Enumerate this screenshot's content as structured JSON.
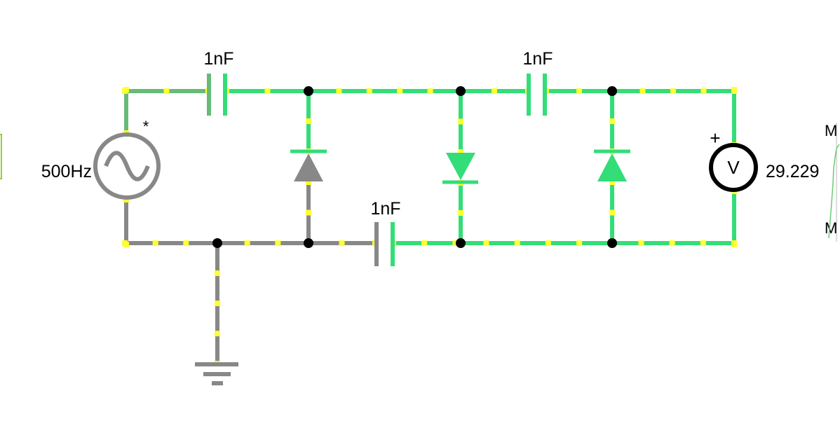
{
  "source": {
    "frequency": "500Hz",
    "marker": "*"
  },
  "capacitors": {
    "c_top_left": "1nF",
    "c_top_right": "1nF",
    "c_bottom": "1nF"
  },
  "voltmeter": {
    "symbol": "V",
    "polarity": "+",
    "reading": "29.229"
  },
  "scope": {
    "max_label": "M",
    "min_label": "M"
  },
  "colors": {
    "wire_active": "#33dd77",
    "wire_dim": "#888888",
    "wire_mid": "#66bb77",
    "current_dot": "#ffff33",
    "node": "#000000"
  }
}
